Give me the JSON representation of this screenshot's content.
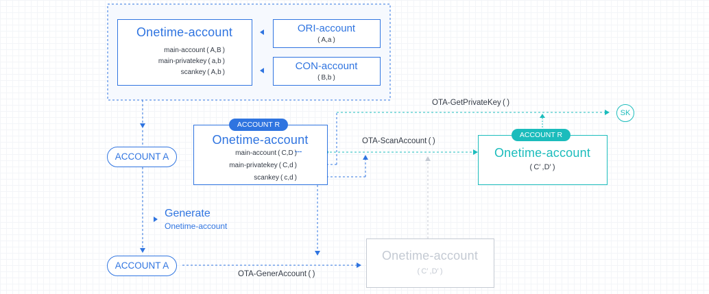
{
  "colors": {
    "primary": "#2f74e0",
    "accent": "#1bbcbc",
    "muted": "#c4cad3",
    "text": "#333a45"
  },
  "top_group": {
    "onetime": {
      "title": "Onetime-account",
      "line1": "main-account ( A,B )",
      "line2": "main-privatekey ( a,b )",
      "line3": "scankey ( A,b )"
    },
    "ori": {
      "title": "ORI-account",
      "value": "( A,a )"
    },
    "con": {
      "title": "CON-account",
      "value": "( B,b )"
    }
  },
  "account_r_box": {
    "badge": "ACCOUNT R",
    "title": "Onetime-account",
    "line1": "main-account ( C,D )",
    "line2": "main-privatekey ( C,d )",
    "line3": "scankey ( c,d )"
  },
  "account_r_right": {
    "badge": "ACCOUNT R",
    "title": "Onetime-account",
    "value": "( C′ ,D′ )"
  },
  "generated_box": {
    "title": "Onetime-account",
    "value": "( C′ ,D′ )"
  },
  "pills": {
    "account_a_top": "ACCOUNT A",
    "account_a_bottom": "ACCOUNT A",
    "sk": "SK"
  },
  "generate": {
    "title": "Generate",
    "subtitle": "Onetime-account"
  },
  "functions": {
    "get_private_key": "OTA-GetPrivateKey ( )",
    "scan_account": "OTA-ScanAccount ( )",
    "gener_account": "OTA-GenerAccount ( )"
  }
}
